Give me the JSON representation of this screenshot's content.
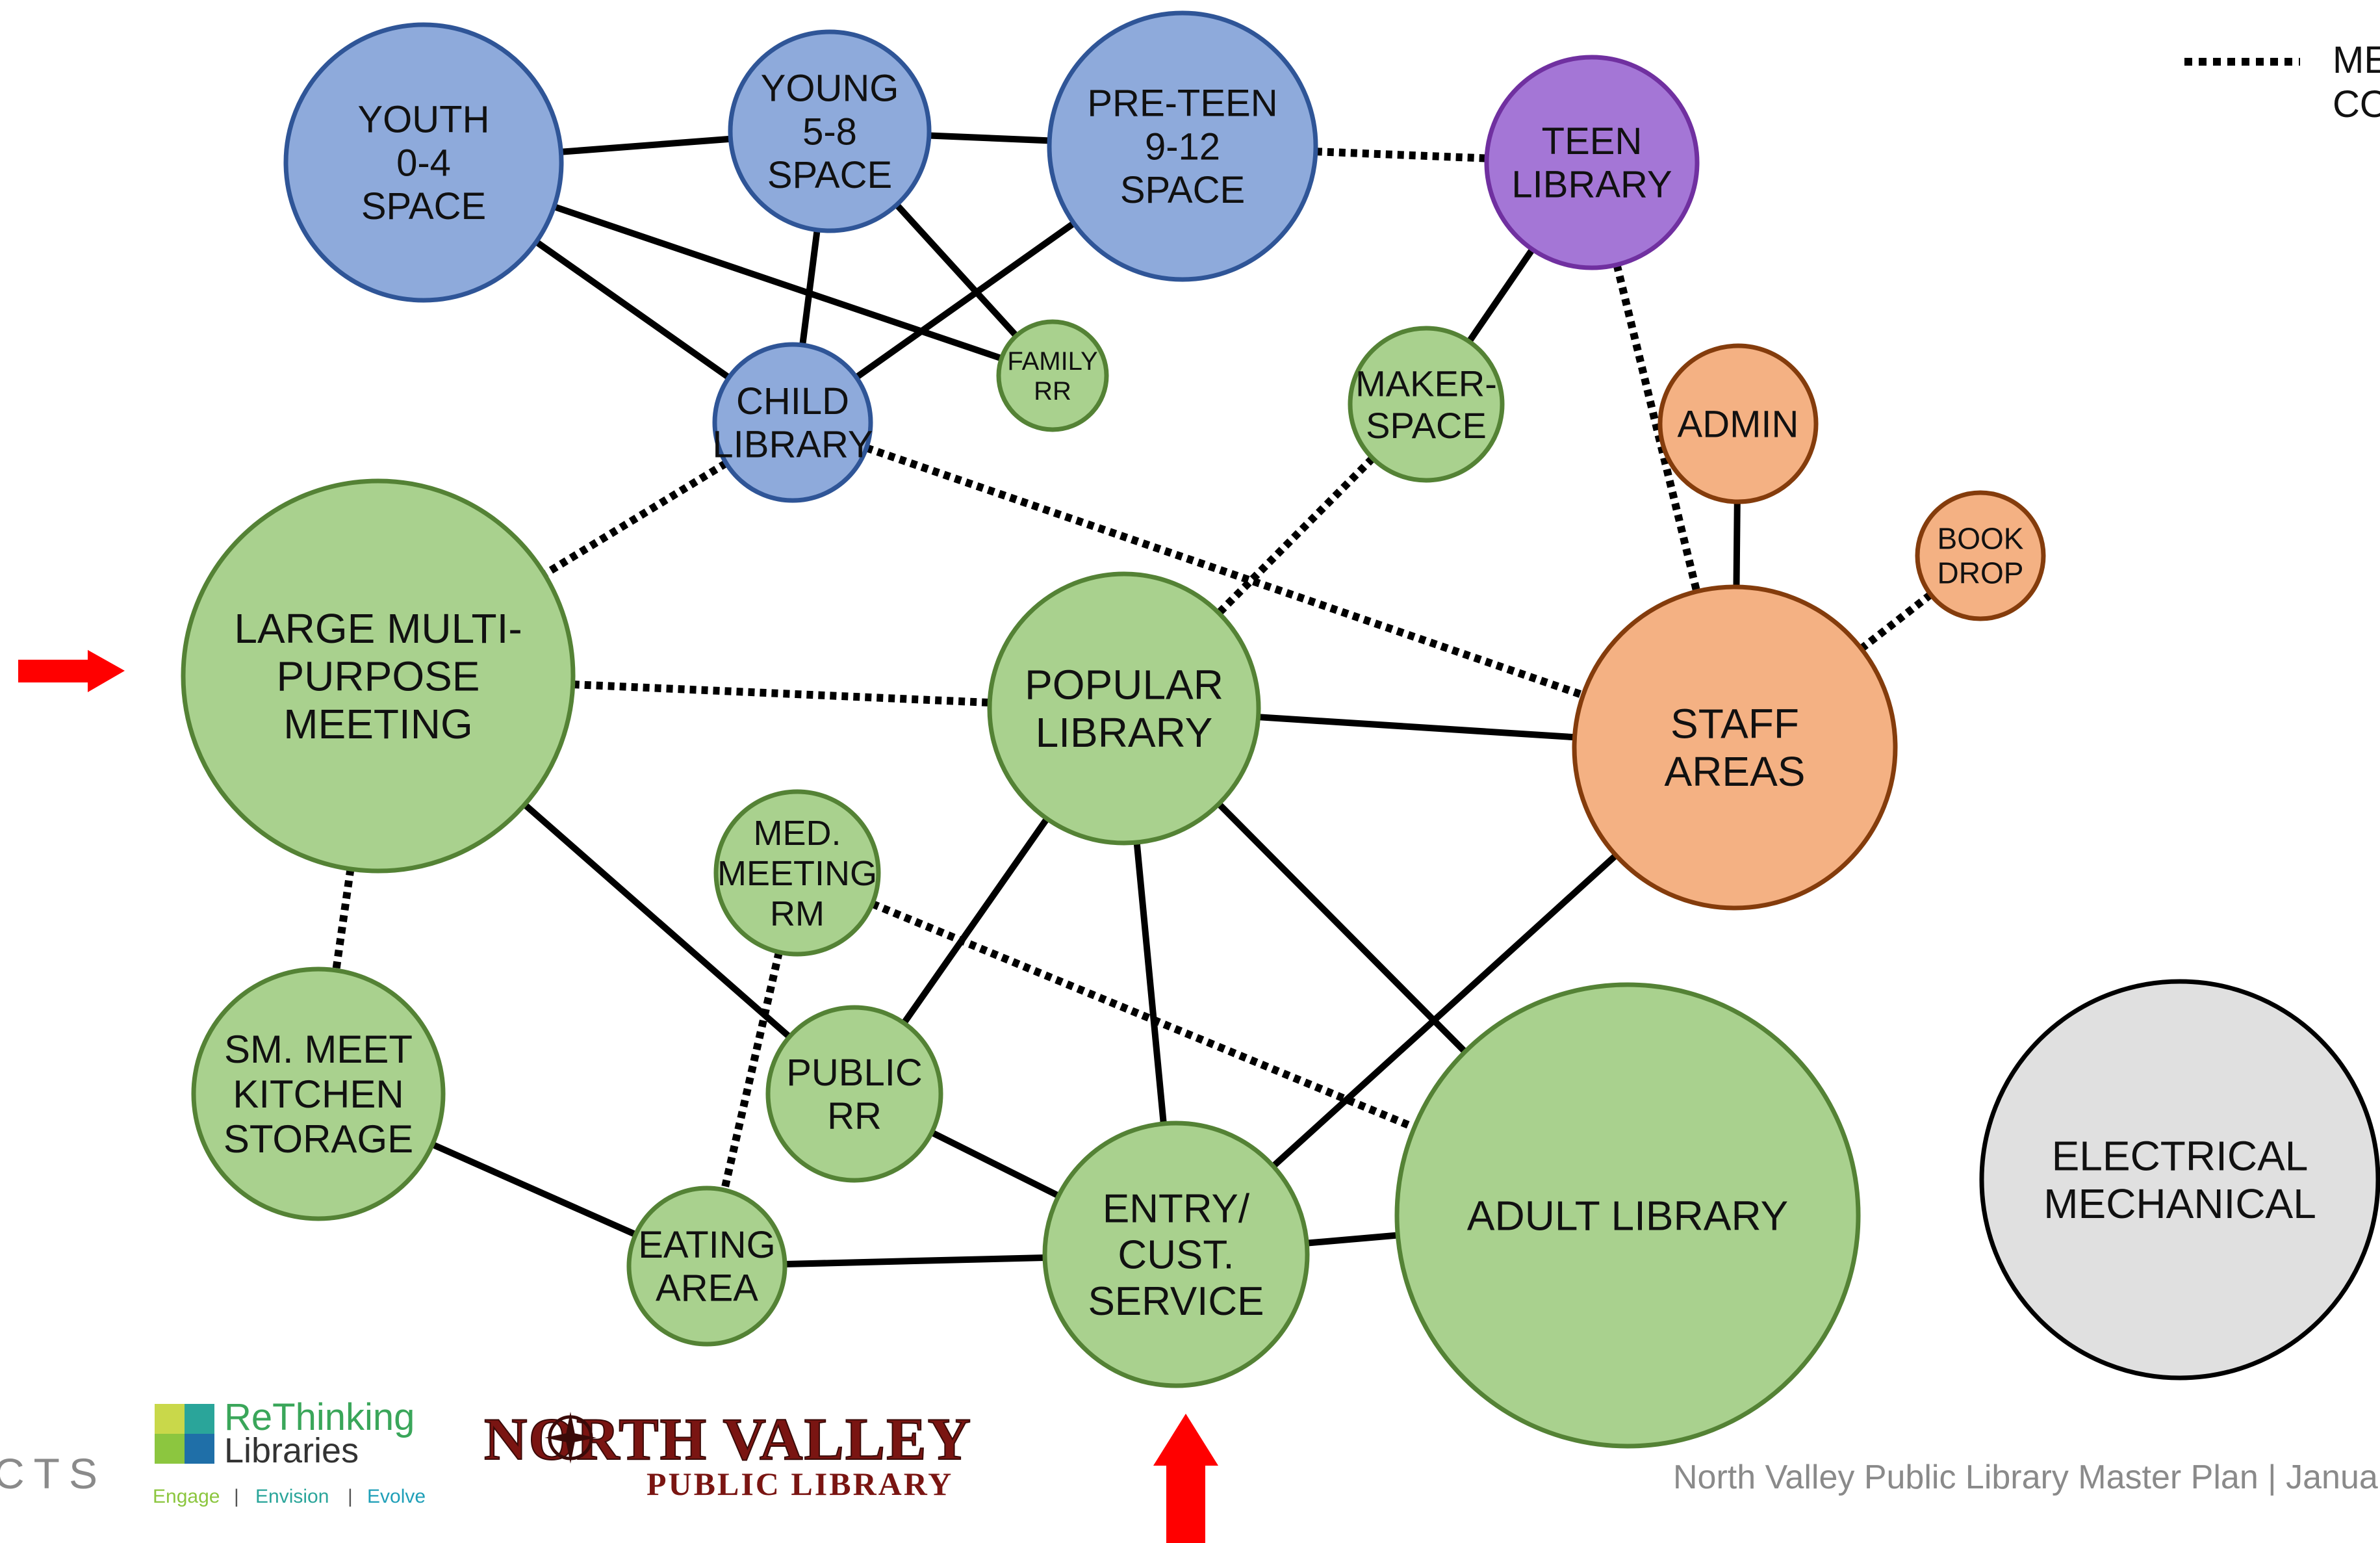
{
  "colors": {
    "blue_fill": "#8eaadb",
    "blue_stroke": "#2f5597",
    "purple_fill": "#a476d6",
    "purple_stroke": "#7030a0",
    "green_fill": "#a9d18e",
    "green_stroke": "#548235",
    "orange_fill": "#f4b183",
    "orange_stroke": "#843c0c",
    "gray_fill": "#e0e0e0",
    "gray_stroke": "#000000",
    "line": "#000000",
    "arrow": "#ff0000"
  },
  "legend": {
    "line_style": "dotted",
    "label_line1": "ME",
    "label_line2": "CO"
  },
  "nodes": [
    {
      "id": "youth",
      "lines": [
        "YOUTH",
        "0-4",
        "SPACE"
      ],
      "color": "blue"
    },
    {
      "id": "young",
      "lines": [
        "YOUNG",
        "5-8",
        "SPACE"
      ],
      "color": "blue"
    },
    {
      "id": "preteen",
      "lines": [
        "PRE-TEEN",
        "9-12",
        "SPACE"
      ],
      "color": "blue"
    },
    {
      "id": "teen",
      "lines": [
        "TEEN",
        "LIBRARY"
      ],
      "color": "purple"
    },
    {
      "id": "child",
      "lines": [
        "CHILD",
        "LIBRARY"
      ],
      "color": "blue"
    },
    {
      "id": "familyrr",
      "lines": [
        "FAMILY",
        "RR"
      ],
      "color": "green"
    },
    {
      "id": "maker",
      "lines": [
        "MAKER-",
        "SPACE"
      ],
      "color": "green"
    },
    {
      "id": "admin",
      "lines": [
        "ADMIN"
      ],
      "color": "orange"
    },
    {
      "id": "bookdrop",
      "lines": [
        "BOOK",
        "DROP"
      ],
      "color": "orange"
    },
    {
      "id": "large",
      "lines": [
        "LARGE MULTI-",
        "PURPOSE",
        "MEETING"
      ],
      "color": "green"
    },
    {
      "id": "popular",
      "lines": [
        "POPULAR",
        "LIBRARY"
      ],
      "color": "green"
    },
    {
      "id": "staff",
      "lines": [
        "STAFF",
        "AREAS"
      ],
      "color": "orange"
    },
    {
      "id": "medmeeting",
      "lines": [
        "MED.",
        "MEETING",
        "RM"
      ],
      "color": "green"
    },
    {
      "id": "smmeet",
      "lines": [
        "SM. MEET",
        "KITCHEN",
        "STORAGE"
      ],
      "color": "green"
    },
    {
      "id": "publicrr",
      "lines": [
        "PUBLIC",
        "RR"
      ],
      "color": "green"
    },
    {
      "id": "eating",
      "lines": [
        "EATING",
        "AREA"
      ],
      "color": "green"
    },
    {
      "id": "entry",
      "lines": [
        "ENTRY/",
        "CUST.",
        "SERVICE"
      ],
      "color": "green"
    },
    {
      "id": "adult",
      "lines": [
        "ADULT LIBRARY"
      ],
      "color": "green"
    },
    {
      "id": "electrical",
      "lines": [
        "ELECTRICAL",
        "MECHANICAL"
      ],
      "color": "gray"
    }
  ],
  "edges": [
    {
      "from": "youth",
      "to": "young",
      "style": "solid"
    },
    {
      "from": "young",
      "to": "preteen",
      "style": "solid"
    },
    {
      "from": "youth",
      "to": "familyrr",
      "style": "solid"
    },
    {
      "from": "youth",
      "to": "child",
      "style": "solid"
    },
    {
      "from": "young",
      "to": "child",
      "style": "solid"
    },
    {
      "from": "young",
      "to": "familyrr",
      "style": "solid"
    },
    {
      "from": "preteen",
      "to": "child",
      "style": "solid"
    },
    {
      "from": "preteen",
      "to": "teen",
      "style": "dotted"
    },
    {
      "from": "teen",
      "to": "maker",
      "style": "solid"
    },
    {
      "from": "teen",
      "to": "staff",
      "style": "dotted"
    },
    {
      "from": "child",
      "to": "staff",
      "style": "dotted"
    },
    {
      "from": "child",
      "to": "large",
      "style": "dotted"
    },
    {
      "from": "maker",
      "to": "popular",
      "style": "dotted"
    },
    {
      "from": "admin",
      "to": "staff",
      "style": "solid"
    },
    {
      "from": "bookdrop",
      "to": "staff",
      "style": "dotted"
    },
    {
      "from": "large",
      "to": "popular",
      "style": "dotted"
    },
    {
      "from": "large",
      "to": "smmeet",
      "style": "dotted"
    },
    {
      "from": "large",
      "to": "publicrr",
      "style": "solid"
    },
    {
      "from": "popular",
      "to": "staff",
      "style": "solid"
    },
    {
      "from": "popular",
      "to": "publicrr",
      "style": "solid"
    },
    {
      "from": "popular",
      "to": "entry",
      "style": "solid"
    },
    {
      "from": "popular",
      "to": "adult",
      "style": "solid"
    },
    {
      "from": "medmeeting",
      "to": "adult",
      "style": "dotted"
    },
    {
      "from": "medmeeting",
      "to": "eating",
      "style": "dotted"
    },
    {
      "from": "smmeet",
      "to": "eating",
      "style": "solid"
    },
    {
      "from": "publicrr",
      "to": "entry",
      "style": "solid"
    },
    {
      "from": "eating",
      "to": "entry",
      "style": "solid"
    },
    {
      "from": "entry",
      "to": "adult",
      "style": "solid"
    },
    {
      "from": "entry",
      "to": "staff",
      "style": "solid"
    }
  ],
  "footer": {
    "left_fragment": "CTS",
    "rethinking_line1": "ReThinking",
    "rethinking_line2": "Libraries",
    "tag_engage": "Engage",
    "tag_envision": "Envision",
    "tag_evolve": "Evolve",
    "tag_separator": "|",
    "north_valley_line1": "NORTH VALLEY",
    "north_valley_line2": "PUBLIC LIBRARY",
    "plan_title": "North Valley Public Library Master Plan |  Janua"
  }
}
